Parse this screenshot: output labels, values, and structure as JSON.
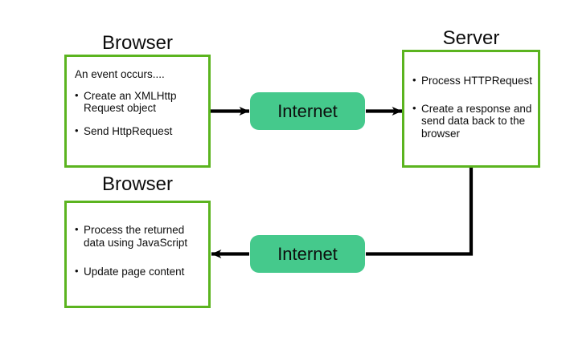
{
  "diagram": {
    "title_browser_top": "Browser",
    "title_server": "Server",
    "title_browser_bottom": "Browser",
    "colors": {
      "box_border_green": "#5bb41f",
      "pill_fill_green": "#45c98c",
      "arrow_black": "#000000",
      "text_black": "#0d0d0d",
      "background": "#ffffff"
    },
    "nodes": {
      "browser_top": {
        "label": "Browser",
        "lead": "An event occurs....",
        "bullets": [
          "Create an XMLHttp Request object",
          "Send HttpRequest"
        ]
      },
      "server": {
        "label": "Server",
        "bullets": [
          "Process HTTPRequest",
          "Create a response and send data back to the browser"
        ]
      },
      "browser_bottom": {
        "label": "Browser",
        "bullets": [
          "Process the returned data using JavaScript",
          "Update page content"
        ]
      },
      "internet_top": {
        "label": "Internet"
      },
      "internet_bottom": {
        "label": "Internet"
      }
    },
    "edges": [
      {
        "from": "browser_top",
        "to": "internet_top",
        "direction": "right",
        "arrowhead": true
      },
      {
        "from": "internet_top",
        "to": "server",
        "direction": "right",
        "arrowhead": true
      },
      {
        "from": "server",
        "to": "internet_bottom",
        "direction": "down-then-left",
        "arrowhead": false
      },
      {
        "from": "internet_bottom",
        "to": "browser_bottom",
        "direction": "left",
        "arrowhead": true
      }
    ]
  }
}
